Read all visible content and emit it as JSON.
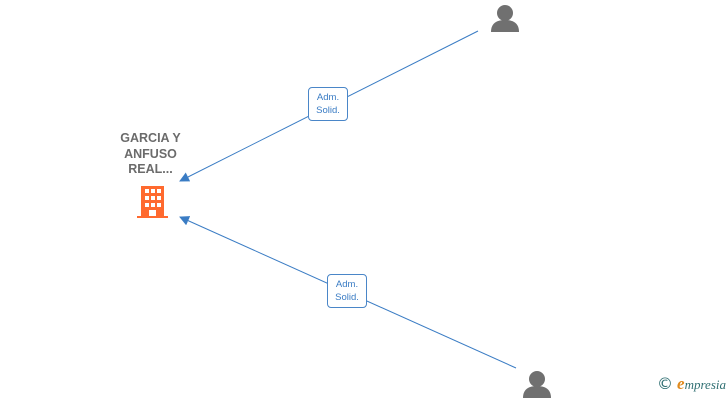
{
  "diagram": {
    "company": {
      "name_lines": [
        "GARCIA Y",
        "ANFUSO",
        "REAL..."
      ],
      "icon": "building-icon",
      "color": "#ff6a2f"
    },
    "persons": [
      {
        "icon": "person-icon",
        "color": "#707070"
      },
      {
        "icon": "person-icon",
        "color": "#707070"
      }
    ],
    "edges": [
      {
        "from": "person-1",
        "to": "company",
        "label_lines": [
          "Adm.",
          "Solid."
        ]
      },
      {
        "from": "person-2",
        "to": "company",
        "label_lines": [
          "Adm.",
          "Solid."
        ]
      }
    ],
    "edge_color": "#3a7cc4"
  },
  "watermark": {
    "copyright_symbol": "©",
    "brand_first": "e",
    "brand_rest": "mpresia"
  }
}
